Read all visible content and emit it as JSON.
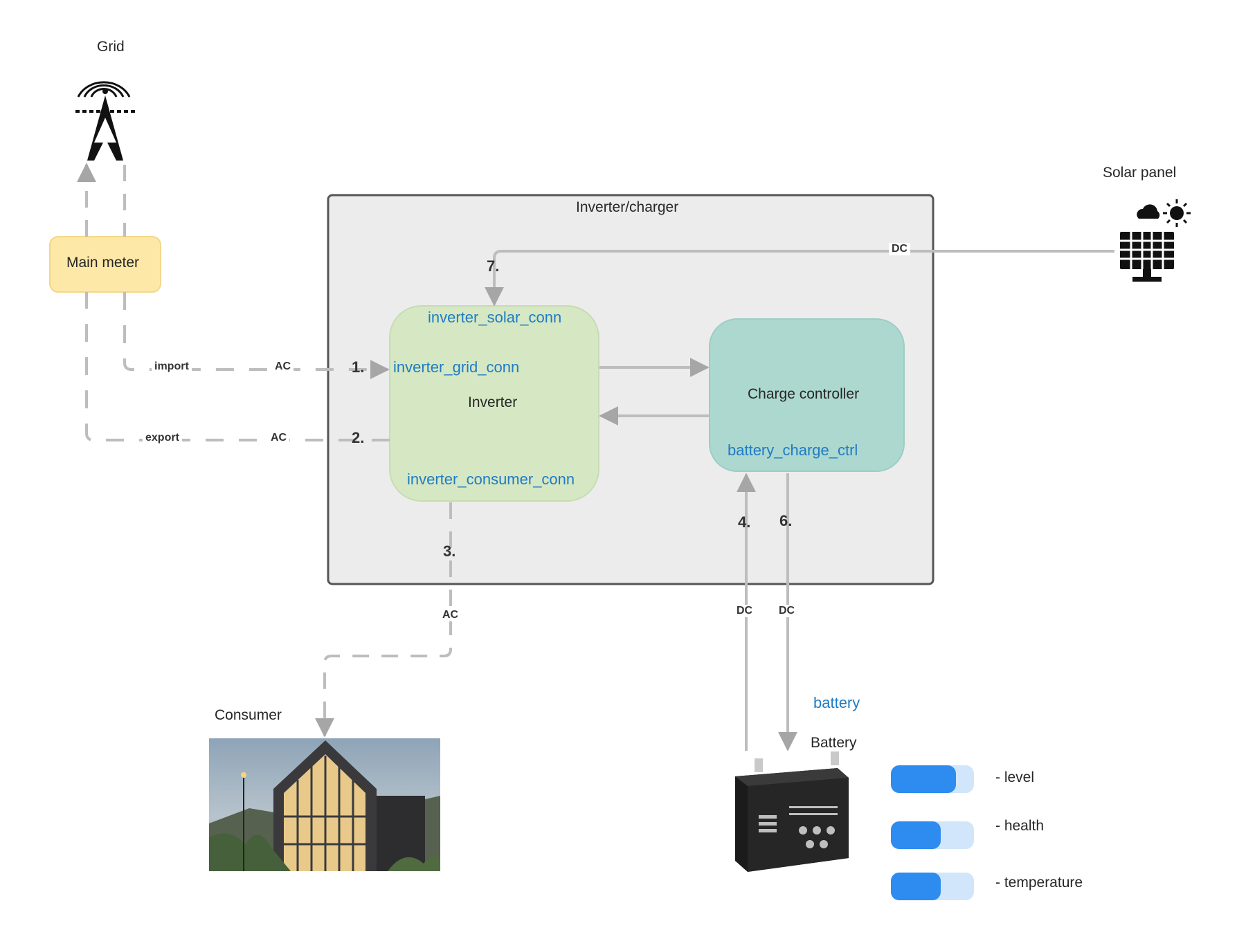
{
  "labels": {
    "grid": "Grid",
    "solar_panel": "Solar panel",
    "main_meter": "Main meter",
    "inverter_charger": "Inverter/charger",
    "inverter": "Inverter",
    "charge_controller": "Charge controller",
    "consumer": "Consumer",
    "battery": "Battery"
  },
  "connectors": {
    "inverter_solar_conn": "inverter_solar_conn",
    "inverter_grid_conn": "inverter_grid_conn",
    "inverter_consumer_conn": "inverter_consumer_conn",
    "battery_charge_ctrl": "battery_charge_ctrl",
    "battery": "battery"
  },
  "edges": {
    "import": "import",
    "export": "export",
    "ac": "AC",
    "dc": "DC"
  },
  "steps": {
    "s1": "1.",
    "s2": "2.",
    "s3": "3.",
    "s4": "4.",
    "s6": "6.",
    "s7": "7."
  },
  "battery_metrics": [
    {
      "label": "- level",
      "fill": 0.78
    },
    {
      "label": "- health",
      "fill": 0.6
    },
    {
      "label": "- temperature",
      "fill": 0.6
    }
  ],
  "colors": {
    "connector_text": "#1f7bc4",
    "inverter_fill": "#d5e8c3",
    "charge_controller_fill": "#acd8cf",
    "main_meter_fill": "#fde8a8",
    "container_fill": "#ececec",
    "bar_fill": "#2e8cf0",
    "bar_track": "#d2e6fb"
  },
  "icons": {
    "grid": "transmission-tower-icon",
    "solar": "solar-panel-icon",
    "consumer": "house-photo",
    "battery": "battery-photo"
  }
}
